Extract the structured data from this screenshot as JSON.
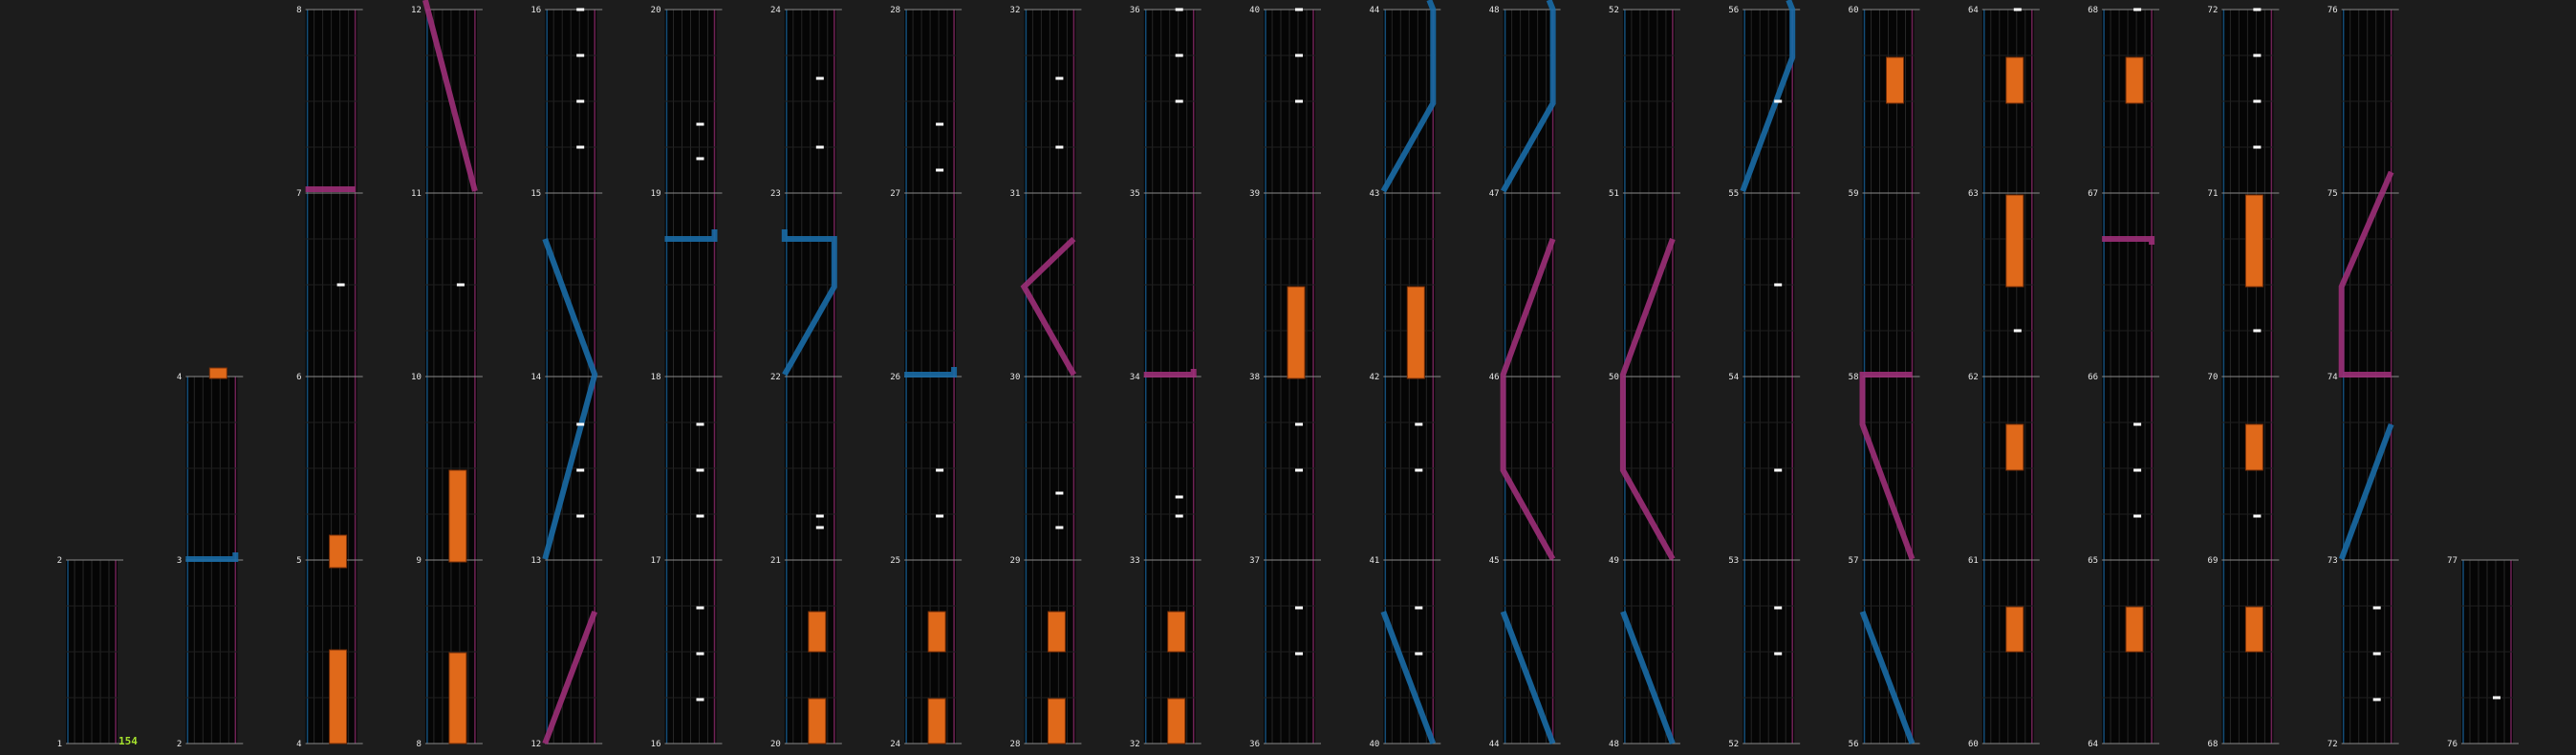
{
  "app": {
    "bg": "#1c1c1c",
    "panel": "#050505",
    "grid": "#262626",
    "blue": "#1a6ba6",
    "magenta": "#9c2f78",
    "orange": "#e0691a",
    "white": "#ffffff"
  },
  "combo": {
    "label": "154",
    "color": "#a6e22e"
  },
  "columns": [
    {
      "label": "",
      "start": 0,
      "ticks": [],
      "columns": [
        {
          "tick": "2",
          "beat": "1"
        }
      ]
    }
  ],
  "segments": [
    {
      "col": 0,
      "beats": [
        "1",
        "2"
      ]
    },
    {
      "col": 1,
      "beats": [
        "2",
        "3",
        "4"
      ]
    },
    {
      "col": 2,
      "beats": [
        "4",
        "5",
        "6",
        "7",
        "8"
      ]
    },
    {
      "col": 3,
      "beats": [
        "8",
        "9",
        "10",
        "11",
        "12"
      ]
    },
    {
      "col": 4,
      "beats": [
        "12",
        "13",
        "14",
        "15",
        "16"
      ]
    },
    {
      "col": 5,
      "beats": [
        "16",
        "17",
        "18",
        "19",
        "20"
      ]
    },
    {
      "col": 6,
      "beats": [
        "20",
        "21",
        "22",
        "23",
        "24"
      ]
    },
    {
      "col": 7,
      "beats": [
        "24",
        "25",
        "26",
        "27",
        "28"
      ]
    },
    {
      "col": 8,
      "beats": [
        "28",
        "29",
        "30",
        "31",
        "32"
      ]
    },
    {
      "col": 9,
      "beats": [
        "32",
        "33",
        "34",
        "35",
        "36"
      ]
    },
    {
      "col": 10,
      "beats": [
        "36",
        "37",
        "38",
        "39",
        "40"
      ]
    },
    {
      "col": 11,
      "beats": [
        "40",
        "41",
        "42",
        "43",
        "44"
      ]
    },
    {
      "col": 12,
      "beats": [
        "44",
        "45",
        "46",
        "47",
        "48"
      ]
    },
    {
      "col": 13,
      "beats": [
        "48",
        "49",
        "50",
        "51",
        "52"
      ]
    },
    {
      "col": 14,
      "beats": [
        "52",
        "53",
        "54",
        "55",
        "56"
      ]
    },
    {
      "col": 15,
      "beats": [
        "56",
        "57",
        "58",
        "59",
        "60"
      ]
    },
    {
      "col": 16,
      "beats": [
        "60",
        "61",
        "62",
        "63",
        "64"
      ]
    },
    {
      "col": 17,
      "beats": [
        "64",
        "65",
        "66",
        "67",
        "68"
      ]
    },
    {
      "col": 18,
      "beats": [
        "68",
        "69",
        "70",
        "71",
        "72"
      ]
    },
    {
      "col": 19,
      "beats": [
        "72",
        "73",
        "74",
        "75",
        "76"
      ]
    },
    {
      "col": 20,
      "beats": [
        "76",
        "77"
      ]
    }
  ]
}
